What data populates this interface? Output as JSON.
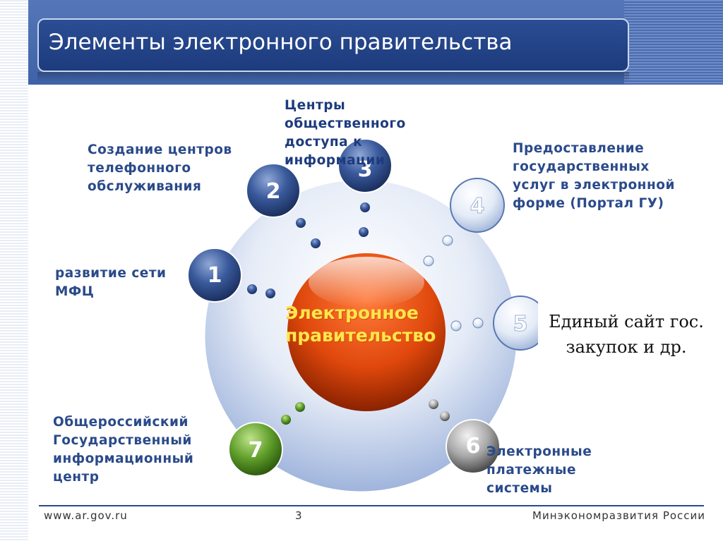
{
  "slide": {
    "title": "Элементы электронного правительства",
    "page_number": "3",
    "footer_left": "www.ar.gov.ru",
    "footer_right": "Минэкономразвития России"
  },
  "diagram": {
    "center": {
      "lines": [
        "Электронное",
        "правительство"
      ]
    },
    "nodes": [
      {
        "number": "1",
        "lines": [
          "развитие сети",
          "МФЦ"
        ],
        "color": "#2f4f8f"
      },
      {
        "number": "2",
        "lines": [
          "Создание центров",
          "телефонного",
          "обслуживания"
        ],
        "color": "#2f4f8f"
      },
      {
        "number": "3",
        "lines": [
          "Центры",
          "общественного",
          "доступа к",
          "информации"
        ],
        "color": "#2f4f8f"
      },
      {
        "number": "4",
        "lines": [
          "Предоставление",
          "государственных",
          "услуг в электронной",
          "форме (Портал ГУ)"
        ],
        "color": "#ffffff"
      },
      {
        "number": "5",
        "lines": [
          "Единый сайт гос.",
          "закупок и др."
        ],
        "color": "#ffffff"
      },
      {
        "number": "6",
        "lines": [
          "Электронные",
          "платежные",
          "системы"
        ],
        "color": "#9a9a9a"
      },
      {
        "number": "7",
        "lines": [
          "Общероссийский",
          "Государственный",
          "информационный",
          "центр"
        ],
        "color": "#5a9a2a"
      }
    ]
  }
}
